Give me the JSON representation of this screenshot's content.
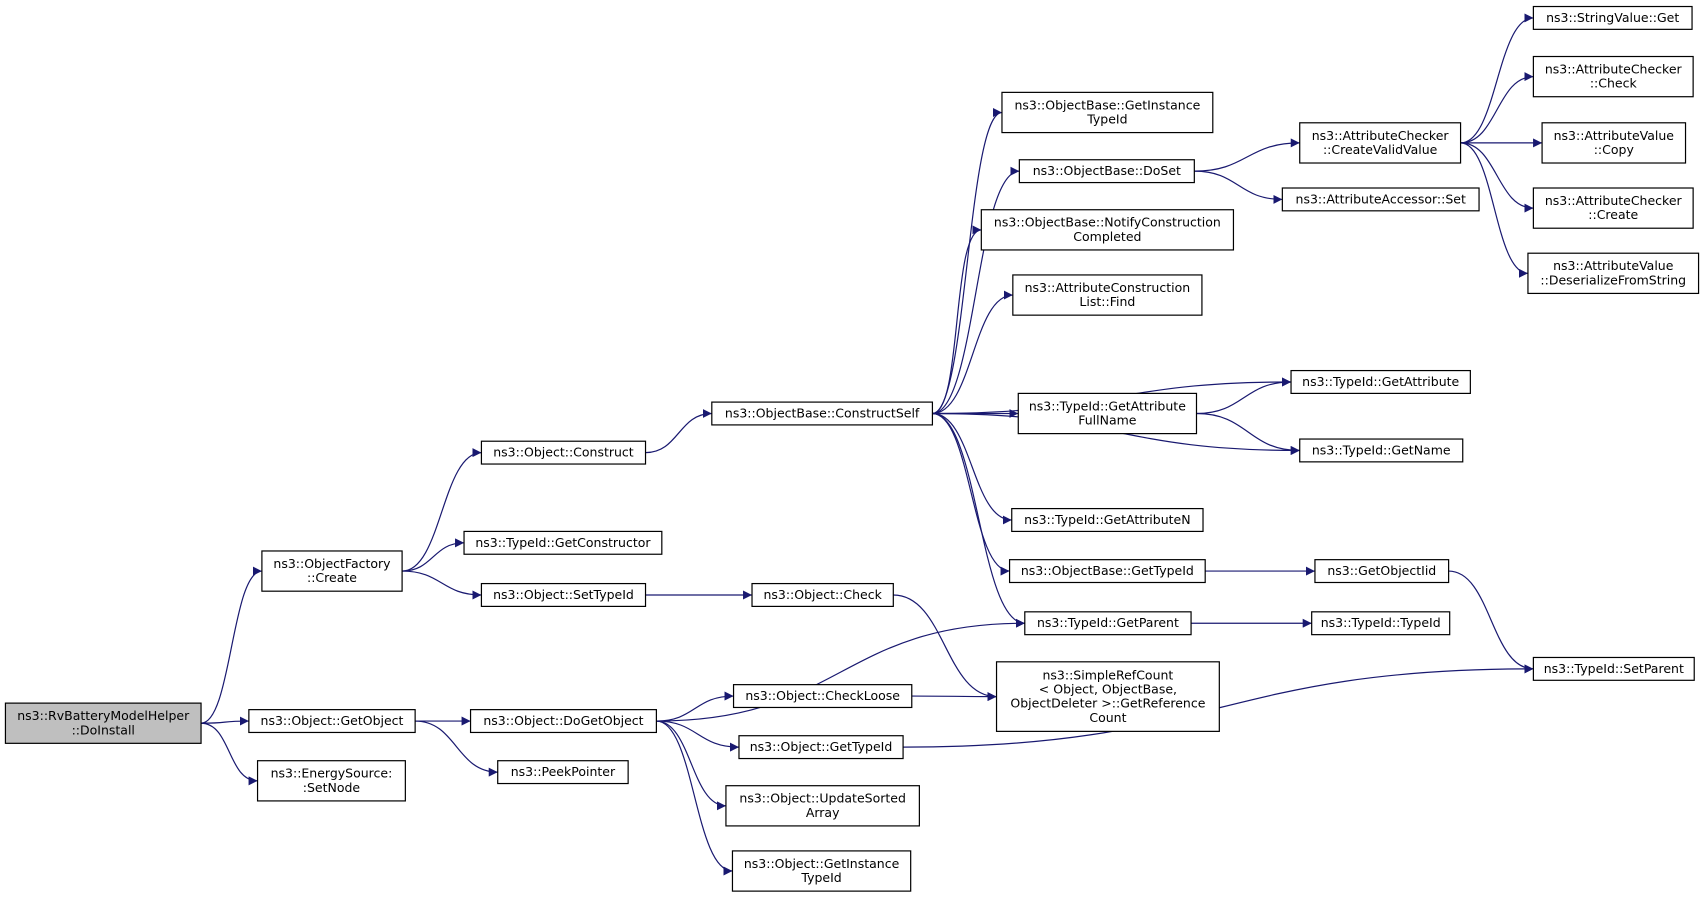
{
  "diagram": {
    "type": "call-graph",
    "colors": {
      "edge": "#191970",
      "root_fill": "#bfbfbf",
      "node_fill": "#ffffff",
      "node_border": "#000000"
    },
    "nodes": [
      {
        "id": "dobinstall",
        "lines": [
          "ns3::RvBatteryModelHelper",
          "::DoInstall"
        ],
        "root": true
      },
      {
        "id": "of_create",
        "lines": [
          "ns3::ObjectFactory",
          "::Create"
        ]
      },
      {
        "id": "obj_getobject",
        "lines": [
          "ns3::Object::GetObject"
        ]
      },
      {
        "id": "es_setnode",
        "lines": [
          "ns3::EnergySource:",
          ":SetNode"
        ]
      },
      {
        "id": "obj_construct",
        "lines": [
          "ns3::Object::Construct"
        ]
      },
      {
        "id": "tid_getconstructor",
        "lines": [
          "ns3::TypeId::GetConstructor"
        ]
      },
      {
        "id": "obj_settypeid",
        "lines": [
          "ns3::Object::SetTypeId"
        ]
      },
      {
        "id": "obj_dogetobject",
        "lines": [
          "ns3::Object::DoGetObject"
        ]
      },
      {
        "id": "peekpointer",
        "lines": [
          "ns3::PeekPointer"
        ]
      },
      {
        "id": "ob_constructself",
        "lines": [
          "ns3::ObjectBase::ConstructSelf"
        ]
      },
      {
        "id": "obj_check",
        "lines": [
          "ns3::Object::Check"
        ]
      },
      {
        "id": "obj_checkloose",
        "lines": [
          "ns3::Object::CheckLoose"
        ]
      },
      {
        "id": "obj_gettypeid",
        "lines": [
          "ns3::Object::GetTypeId"
        ]
      },
      {
        "id": "obj_updatesorted",
        "lines": [
          "ns3::Object::UpdateSorted",
          "Array"
        ]
      },
      {
        "id": "obj_getinstancetypeid",
        "lines": [
          "ns3::Object::GetInstance",
          "TypeId"
        ]
      },
      {
        "id": "ob_getinstancetypeid",
        "lines": [
          "ns3::ObjectBase::GetInstance",
          "TypeId"
        ]
      },
      {
        "id": "ob_doset",
        "lines": [
          "ns3::ObjectBase::DoSet"
        ]
      },
      {
        "id": "ob_notify",
        "lines": [
          "ns3::ObjectBase::NotifyConstruction",
          "Completed"
        ]
      },
      {
        "id": "acl_find",
        "lines": [
          "ns3::AttributeConstruction",
          "List::Find"
        ]
      },
      {
        "id": "tid_getattributefullname",
        "lines": [
          "ns3::TypeId::GetAttribute",
          "FullName"
        ]
      },
      {
        "id": "tid_getattributen",
        "lines": [
          "ns3::TypeId::GetAttributeN"
        ]
      },
      {
        "id": "ob_gettypeid",
        "lines": [
          "ns3::ObjectBase::GetTypeId"
        ]
      },
      {
        "id": "tid_getparent",
        "lines": [
          "ns3::TypeId::GetParent"
        ]
      },
      {
        "id": "simplerefcount",
        "lines": [
          "ns3::SimpleRefCount",
          "< Object, ObjectBase,",
          "ObjectDeleter >::GetReference",
          "Count"
        ]
      },
      {
        "id": "ac_createvalidvalue",
        "lines": [
          "ns3::AttributeChecker",
          "::CreateValidValue"
        ]
      },
      {
        "id": "aa_set",
        "lines": [
          "ns3::AttributeAccessor::Set"
        ]
      },
      {
        "id": "tid_getattribute",
        "lines": [
          "ns3::TypeId::GetAttribute"
        ]
      },
      {
        "id": "tid_getname",
        "lines": [
          "ns3::TypeId::GetName"
        ]
      },
      {
        "id": "getobjectiid",
        "lines": [
          "ns3::GetObjectIid"
        ]
      },
      {
        "id": "tid_typeid",
        "lines": [
          "ns3::TypeId::TypeId"
        ]
      },
      {
        "id": "sv_get",
        "lines": [
          "ns3::StringValue::Get"
        ]
      },
      {
        "id": "ac_check",
        "lines": [
          "ns3::AttributeChecker",
          "::Check"
        ]
      },
      {
        "id": "av_copy",
        "lines": [
          "ns3::AttributeValue",
          "::Copy"
        ]
      },
      {
        "id": "ac_create",
        "lines": [
          "ns3::AttributeChecker",
          "::Create"
        ]
      },
      {
        "id": "av_deserialize",
        "lines": [
          "ns3::AttributeValue",
          "::DeserializeFromString"
        ]
      },
      {
        "id": "tid_setparent",
        "lines": [
          "ns3::TypeId::SetParent"
        ]
      }
    ],
    "edges": [
      [
        "dobinstall",
        "of_create"
      ],
      [
        "dobinstall",
        "obj_getobject"
      ],
      [
        "dobinstall",
        "es_setnode"
      ],
      [
        "of_create",
        "obj_construct"
      ],
      [
        "of_create",
        "tid_getconstructor"
      ],
      [
        "of_create",
        "obj_settypeid"
      ],
      [
        "obj_getobject",
        "obj_dogetobject"
      ],
      [
        "obj_getobject",
        "peekpointer"
      ],
      [
        "obj_construct",
        "ob_constructself"
      ],
      [
        "obj_settypeid",
        "obj_check"
      ],
      [
        "obj_check",
        "simplerefcount"
      ],
      [
        "obj_dogetobject",
        "tid_getparent"
      ],
      [
        "obj_dogetobject",
        "obj_checkloose"
      ],
      [
        "obj_dogetobject",
        "obj_gettypeid"
      ],
      [
        "obj_dogetobject",
        "obj_updatesorted"
      ],
      [
        "obj_dogetobject",
        "obj_getinstancetypeid"
      ],
      [
        "obj_checkloose",
        "simplerefcount"
      ],
      [
        "obj_gettypeid",
        "tid_setparent"
      ],
      [
        "ob_constructself",
        "ob_getinstancetypeid"
      ],
      [
        "ob_constructself",
        "ob_doset"
      ],
      [
        "ob_constructself",
        "ob_notify"
      ],
      [
        "ob_constructself",
        "acl_find"
      ],
      [
        "ob_constructself",
        "tid_getattribute"
      ],
      [
        "ob_constructself",
        "tid_getattributefullname"
      ],
      [
        "ob_constructself",
        "tid_getname"
      ],
      [
        "ob_constructself",
        "tid_getattributen"
      ],
      [
        "ob_constructself",
        "ob_gettypeid"
      ],
      [
        "ob_constructself",
        "tid_getparent"
      ],
      [
        "ob_doset",
        "ac_createvalidvalue"
      ],
      [
        "ob_doset",
        "aa_set"
      ],
      [
        "tid_getattributefullname",
        "tid_getattribute"
      ],
      [
        "tid_getattributefullname",
        "tid_getname"
      ],
      [
        "ob_gettypeid",
        "getobjectiid"
      ],
      [
        "getobjectiid",
        "tid_setparent"
      ],
      [
        "tid_getparent",
        "tid_typeid"
      ],
      [
        "ac_createvalidvalue",
        "sv_get"
      ],
      [
        "ac_createvalidvalue",
        "ac_check"
      ],
      [
        "ac_createvalidvalue",
        "av_copy"
      ],
      [
        "ac_createvalidvalue",
        "ac_create"
      ],
      [
        "ac_createvalidvalue",
        "av_deserialize"
      ]
    ]
  }
}
